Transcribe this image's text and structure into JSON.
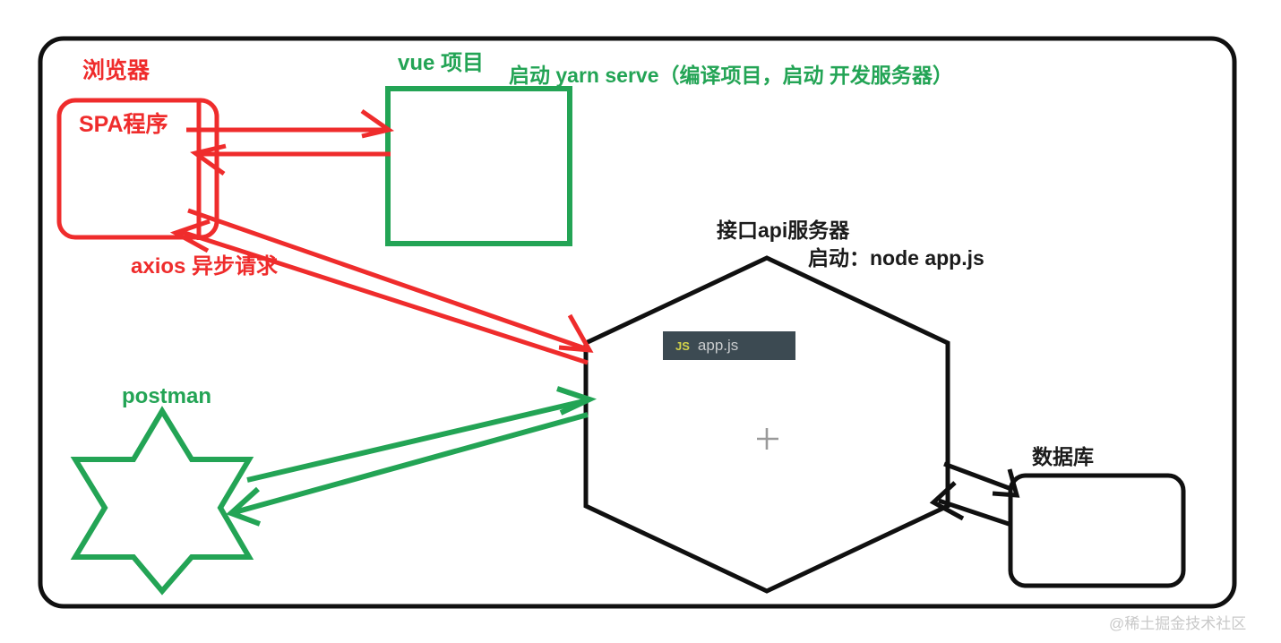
{
  "diagram": {
    "title_watermark": "@稀土掘金技术社区",
    "colors": {
      "red": "#ef2c2c",
      "green": "#23a455",
      "black": "#101010",
      "tab_bg": "#3c4a52",
      "tab_js": "#d3d34a",
      "tab_text": "#c9ccce",
      "watermark": "#c9c9c9",
      "crosshair": "#9a9a9a"
    },
    "labels": {
      "browser": "浏览器",
      "spa": "SPA程序",
      "axios": "axios 异步请求",
      "postman": "postman",
      "vue_project": "vue 项目",
      "yarn_serve": "启动 yarn serve（编译项目，启动 开发服务器）",
      "api_server": "接口api服务器",
      "node_start": "启动：node app.js",
      "database": "数据库"
    },
    "editor_tab": {
      "icon": "JS",
      "filename": "app.js"
    },
    "shapes": [
      {
        "name": "outer-frame",
        "kind": "rounded-rect",
        "color": "#101010"
      },
      {
        "name": "spa-box",
        "kind": "rounded-rect",
        "color": "#ef2c2c"
      },
      {
        "name": "vue-box",
        "kind": "rect",
        "color": "#23a455"
      },
      {
        "name": "postman-star",
        "kind": "six-point-star",
        "color": "#23a455"
      },
      {
        "name": "api-hexagon",
        "kind": "hexagon",
        "color": "#101010"
      },
      {
        "name": "database-box",
        "kind": "rounded-rect",
        "color": "#101010"
      }
    ],
    "connections": [
      {
        "name": "spa-to-vue",
        "from": "spa-box",
        "to": "vue-box",
        "color": "#ef2c2c",
        "direction": "right"
      },
      {
        "name": "vue-to-spa",
        "from": "vue-box",
        "to": "spa-box",
        "color": "#ef2c2c",
        "direction": "left"
      },
      {
        "name": "spa-to-api",
        "from": "spa-box",
        "to": "api-hexagon",
        "color": "#ef2c2c",
        "direction": "right-down"
      },
      {
        "name": "api-to-spa",
        "from": "api-hexagon",
        "to": "spa-box",
        "color": "#ef2c2c",
        "direction": "left-up"
      },
      {
        "name": "postman-to-api",
        "from": "postman-star",
        "to": "api-hexagon",
        "color": "#23a455",
        "direction": "right-up"
      },
      {
        "name": "api-to-postman",
        "from": "api-hexagon",
        "to": "postman-star",
        "color": "#23a455",
        "direction": "left-down"
      },
      {
        "name": "api-to-database",
        "from": "api-hexagon",
        "to": "database-box",
        "color": "#101010",
        "direction": "right-down"
      },
      {
        "name": "database-to-api",
        "from": "database-box",
        "to": "api-hexagon",
        "color": "#101010",
        "direction": "left-up"
      }
    ]
  }
}
